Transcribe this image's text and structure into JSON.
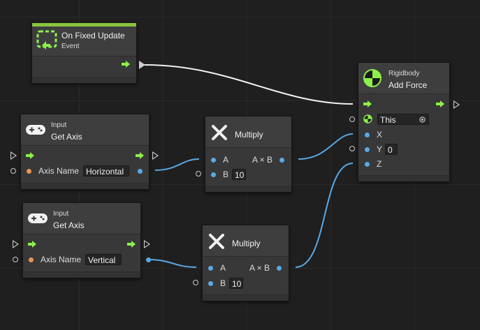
{
  "nodes": {
    "fixed_update": {
      "title": "On Fixed Update",
      "subtitle": "Event"
    },
    "add_force": {
      "subtitle": "Rigidbody",
      "title": "Add Force",
      "target_value": "This",
      "ports": {
        "x": "X",
        "y": "Y",
        "y_value": "0",
        "z": "Z"
      }
    },
    "get_axis_1": {
      "subtitle": "Input",
      "title": "Get Axis",
      "axis_label": "Axis Name",
      "axis_value": "Horizontal"
    },
    "get_axis_2": {
      "subtitle": "Input",
      "title": "Get Axis",
      "axis_label": "Axis Name",
      "axis_value": "Vertical"
    },
    "multiply_1": {
      "title": "Multiply",
      "a": "A",
      "b": "B",
      "b_value": "10",
      "out": "A × B"
    },
    "multiply_2": {
      "title": "Multiply",
      "a": "A",
      "b": "B",
      "b_value": "10",
      "out": "A × B"
    }
  },
  "colors": {
    "canvas": "#1f1f1f",
    "node": "#3b3b3b",
    "event_accent": "#8bc43f",
    "control_arrow": "#8ef04a",
    "value_port": "#5aa9e6",
    "string_port": "#e8955a",
    "wire_control": "#f2f2f2",
    "wire_value": "#5aa9e6"
  },
  "icons": {
    "event": "event-loop-icon",
    "rigidbody": "rigidbody-icon",
    "input": "gamepad-icon",
    "multiply": "multiply-x-icon",
    "target": "target-picker-icon"
  }
}
